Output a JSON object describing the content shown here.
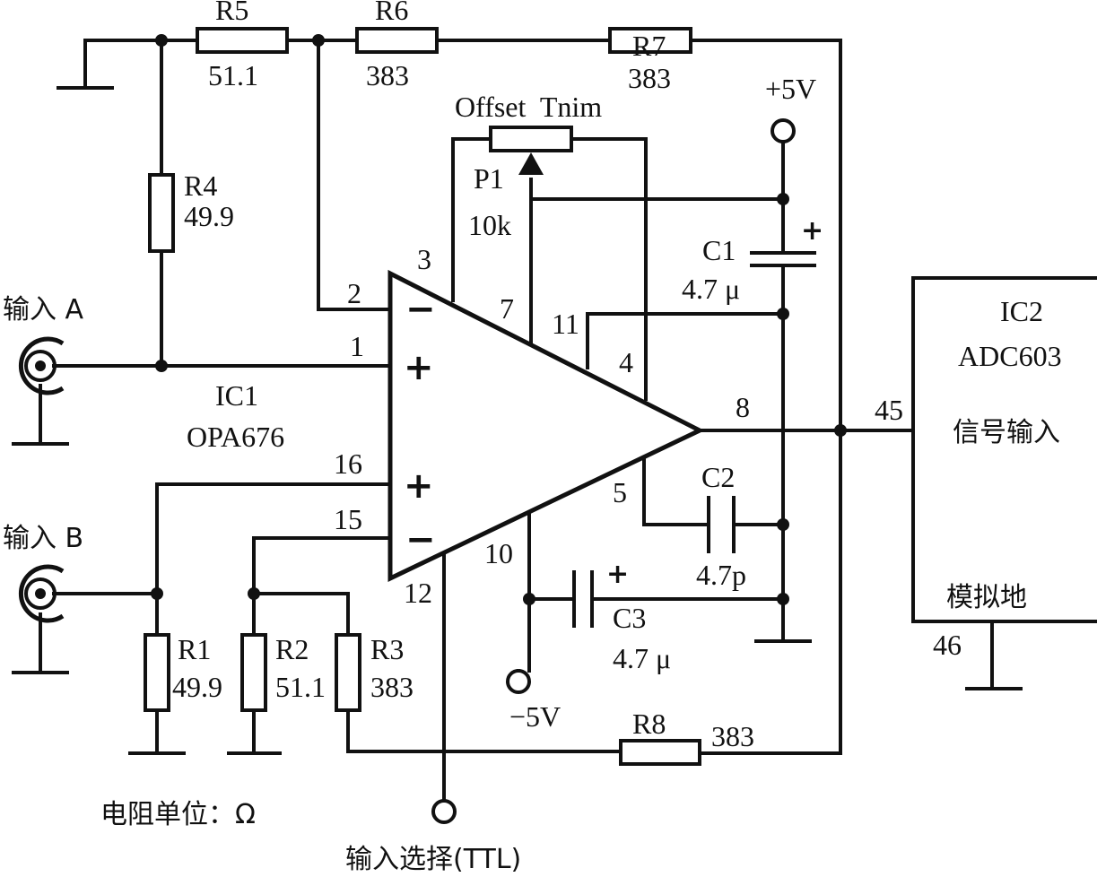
{
  "components": {
    "R1": {
      "name": "R1",
      "value": "49.9"
    },
    "R2": {
      "name": "R2",
      "value": "51.1"
    },
    "R3": {
      "name": "R3",
      "value": "383"
    },
    "R4": {
      "name": "R4",
      "value": "49.9"
    },
    "R5": {
      "name": "R5",
      "value": "51.1"
    },
    "R6": {
      "name": "R6",
      "value": "383"
    },
    "R7": {
      "name": "R7",
      "value": "383"
    },
    "R8": {
      "name": "R8",
      "value": "383"
    },
    "P1": {
      "name": "P1",
      "value": "10k",
      "caption": "Offset  Tnim"
    },
    "C1": {
      "name": "C1",
      "value": "4.7 μ"
    },
    "C2": {
      "name": "C2",
      "value": "4.7p"
    },
    "C3": {
      "name": "C3",
      "value": "4.7 μ"
    }
  },
  "ic1": {
    "ref": "IC1",
    "part": "OPA676"
  },
  "ic2": {
    "ref": "IC2",
    "part": "ADC603",
    "signal_input": "信号输入",
    "analog_ground": "模拟地"
  },
  "pins": {
    "p1": "1",
    "p2": "2",
    "p3": "3",
    "p4": "4",
    "p5": "5",
    "p7": "7",
    "p8": "8",
    "p10": "10",
    "p11": "11",
    "p12": "12",
    "p15": "15",
    "p16": "16",
    "p45": "45",
    "p46": "46"
  },
  "signs": {
    "plus": "+",
    "minus": "−"
  },
  "inputs": {
    "a": "输入 A",
    "b": "输入 B",
    "select": "输入选择(TTL)"
  },
  "supplies": {
    "pos": "+5V",
    "neg": "−5V"
  },
  "note": "电阻单位：Ω"
}
